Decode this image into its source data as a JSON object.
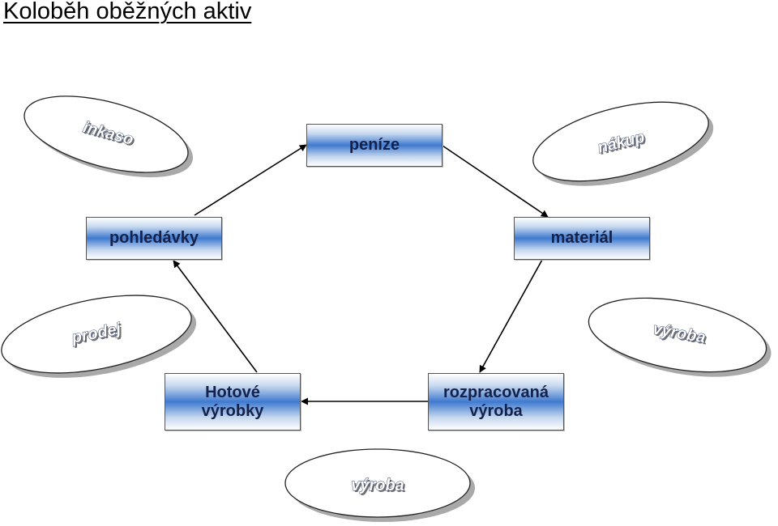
{
  "title": "Koloběh oběžných aktiv",
  "nodes": {
    "penize": "peníze",
    "material": "materiál",
    "rozpracovana_vyroba": "rozpracovaná\nvýroba",
    "hotove_vyrobky": "Hotové\nvýrobky",
    "pohledavky": "pohledávky"
  },
  "ellipses": {
    "inkaso": "inkaso",
    "nakup": "nákup",
    "vyroba_right": "výroba",
    "vyroba_bottom": "výroba",
    "prodej": "prodej"
  }
}
